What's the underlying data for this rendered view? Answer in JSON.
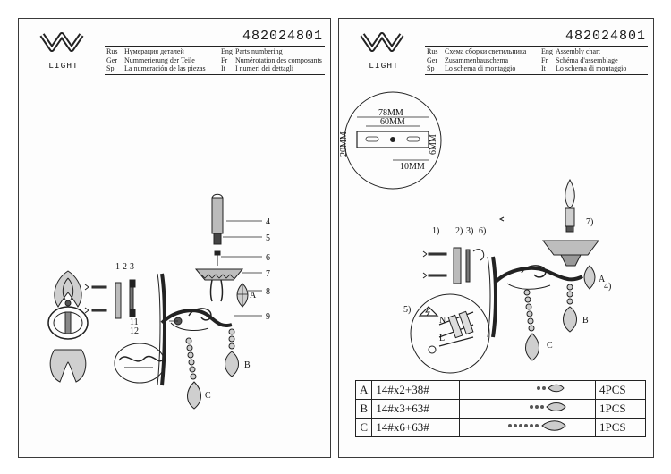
{
  "left_page": {
    "logo_text": "LIGHT",
    "article_code": "482024801",
    "legend": [
      {
        "lang": "Rus",
        "text": "Нумерация деталей",
        "lang2": "Eng",
        "text2": "Parts numbering"
      },
      {
        "lang": "Ger",
        "text": "Nummerierung der Teile",
        "lang2": "Fr",
        "text2": "Numérotation des composants"
      },
      {
        "lang": "Sp",
        "text": "La numeración de las piezas",
        "lang2": "It",
        "text2": "I numeri dei dettagli"
      }
    ],
    "callouts": {
      "n1": "1",
      "n2": "2",
      "n3": "3",
      "n4": "4",
      "n5": "5",
      "n6": "6",
      "n7": "7",
      "n8": "8",
      "n9": "9",
      "n11": "11",
      "n12": "12",
      "a": "A",
      "b": "B",
      "c": "C"
    }
  },
  "right_page": {
    "logo_text": "LIGHT",
    "article_code": "482024801",
    "legend": [
      {
        "lang": "Rus",
        "text": "Схема сборки светильника",
        "lang2": "Eng",
        "text2": "Assembly chart"
      },
      {
        "lang": "Ger",
        "text": "Zusammenbauschema",
        "lang2": "Fr",
        "text2": "Schéma d'assemblage"
      },
      {
        "lang": "Sp",
        "text": "Lo schema di montaggio",
        "lang2": "It",
        "text2": "Lo schema di montaggio"
      }
    ],
    "dimensions": {
      "d78": "78MM",
      "d60": "60MM",
      "d20": "20MM",
      "d6": "6MM",
      "d10": "10MM"
    },
    "steps": {
      "s1": "1)",
      "s2": "2)",
      "s3": "3)",
      "s6": "6)",
      "s7": "7)",
      "s4": "4)",
      "s5": "5)",
      "a": "A",
      "b": "B",
      "c": "C"
    },
    "wires": {
      "n": "N",
      "l": "L"
    },
    "parts_table": [
      {
        "letter": "A",
        "formula": "14#x2+38#",
        "qty": "4PCS"
      },
      {
        "letter": "B",
        "formula": "14#x3+63#",
        "qty": "1PCS"
      },
      {
        "letter": "C",
        "formula": "14#x6+63#",
        "qty": "1PCS"
      }
    ]
  }
}
